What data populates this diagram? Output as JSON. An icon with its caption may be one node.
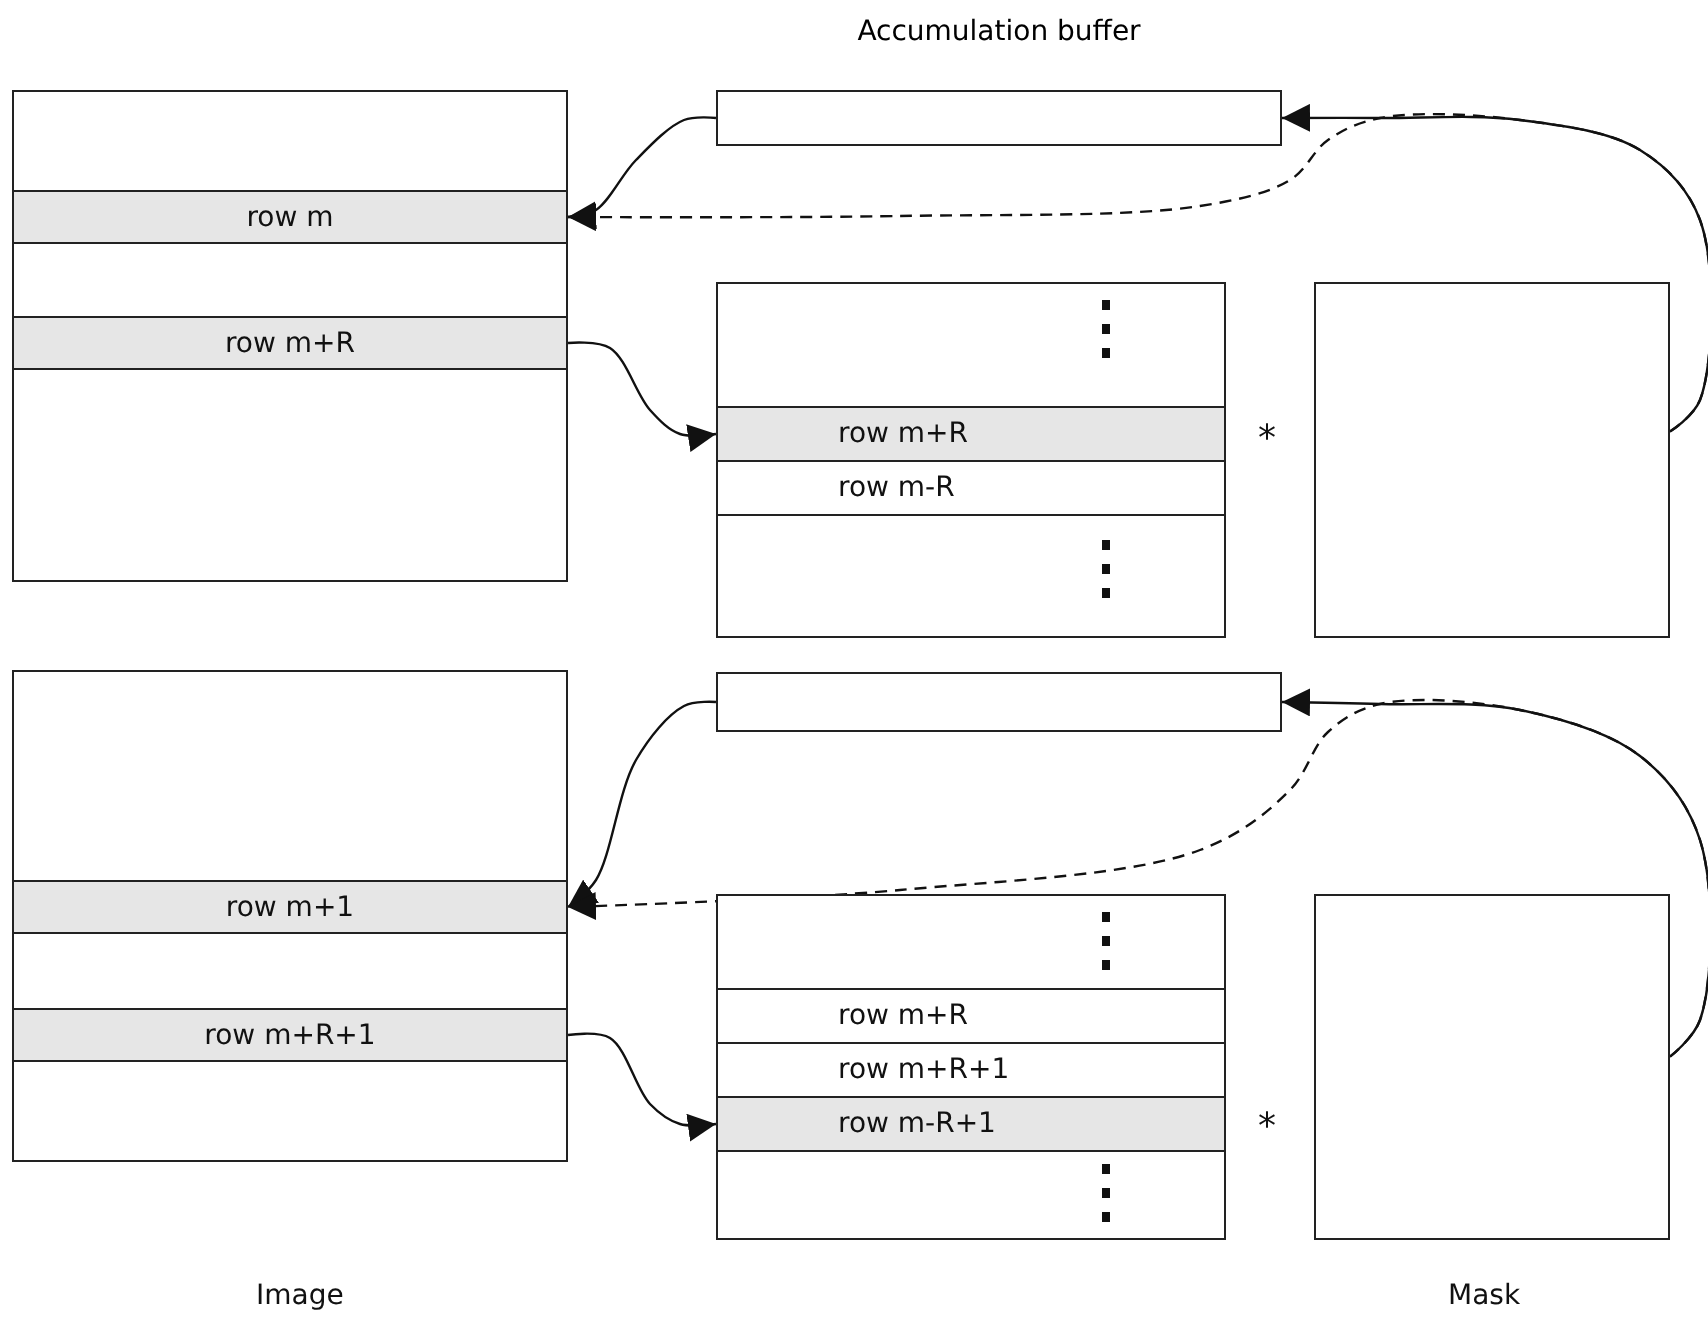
{
  "diagram": {
    "nodes": [
      {
        "text": [],
        "shape": "box"
      },
      {
        "text": [
          "row m"
        ],
        "in": 0
      },
      {
        "text": [
          "row m+R"
        ],
        "in": 0
      },
      {
        "text": [
          "Accumulation buffer"
        ]
      },
      {
        "text": [],
        "shape": "box"
      },
      {
        "text": [
          "row m+R"
        ],
        "in": 4
      },
      {
        "text": [
          "row m-R"
        ],
        "in": 4
      },
      {
        "text": [],
        "shape": "box"
      },
      {
        "text": [],
        "shape": "box"
      },
      {
        "text": [
          "row m+1"
        ],
        "in": 8
      },
      {
        "text": [
          "row m+R+1"
        ],
        "in": 8
      },
      {
        "text": [],
        "shape": "box"
      },
      {
        "text": [],
        "shape": "box"
      },
      {
        "text": [
          "row m+R"
        ],
        "in": 12
      },
      {
        "text": [
          "row m+R+1"
        ],
        "in": 12
      },
      {
        "text": [
          "row m-R+1"
        ],
        "in": 12
      },
      {
        "text": [],
        "shape": "box"
      }
    ],
    "edges": [
      {
        "from": 3,
        "to": 1,
        "arrow": "to"
      },
      {
        "from": 7,
        "to": 1,
        "arrow": "to",
        "style": "dashed"
      },
      {
        "from": 7,
        "to": 3,
        "arrow": "to"
      },
      {
        "from": 2,
        "to": 5,
        "arrow": "to"
      },
      {
        "from": 11,
        "to": 9,
        "arrow": "to"
      },
      {
        "from": 16,
        "to": 9,
        "arrow": "to",
        "style": "dashed"
      },
      {
        "from": 16,
        "to": 11,
        "arrow": "to"
      },
      {
        "from": 10,
        "to": 15,
        "arrow": "to"
      }
    ],
    "labels": [
      "*",
      "*",
      "Image",
      "Mask"
    ]
  }
}
